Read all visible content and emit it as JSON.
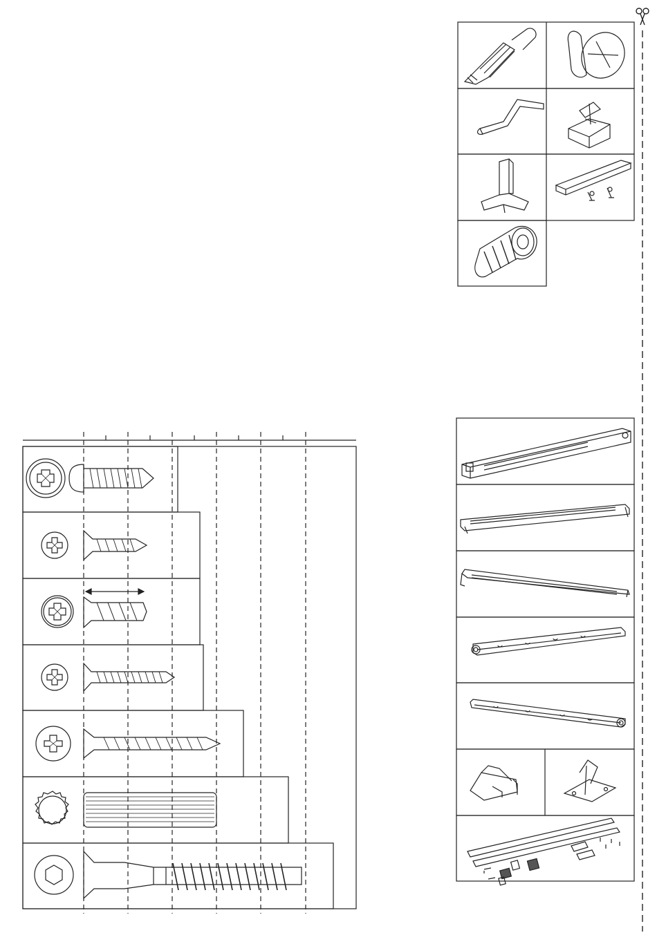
{
  "document": {
    "type": "furniture assembly hardware sheet",
    "cut_icon": "scissors-icon"
  },
  "hardware_top": [
    {
      "id": "cam-bolt",
      "icon": "cam-bolt-icon"
    },
    {
      "id": "cam-lock",
      "icon": "cam-lock-icon"
    },
    {
      "id": "allen-key",
      "icon": "allen-key-icon"
    },
    {
      "id": "corner-bracket",
      "icon": "corner-bracket-icon"
    },
    {
      "id": "tri-connector",
      "icon": "tri-connector-icon"
    },
    {
      "id": "mounting-rail-with-screws",
      "icon": "mounting-rail-icon"
    },
    {
      "id": "threaded-insert",
      "icon": "threaded-insert-icon"
    }
  ],
  "hardware_bottom": [
    {
      "id": "drawer-slide-1",
      "icon": "drawer-slide-icon"
    },
    {
      "id": "drawer-slide-2",
      "icon": "drawer-slide-icon"
    },
    {
      "id": "drawer-slide-3",
      "icon": "drawer-slide-icon"
    },
    {
      "id": "runner-rail-right",
      "icon": "runner-rail-icon"
    },
    {
      "id": "runner-rail-left",
      "icon": "runner-rail-icon"
    },
    {
      "id": "shelf-support",
      "icon": "shelf-support-icon"
    },
    {
      "id": "hinge-plate",
      "icon": "hinge-plate-icon"
    },
    {
      "id": "rod-kit",
      "icon": "rod-kit-icon"
    }
  ],
  "screw_chart": {
    "rows": [
      {
        "id": "pan-head-screw",
        "head": "phillips-pan",
        "length_units": 3
      },
      {
        "id": "countersunk-screw-short",
        "head": "phillips-flat",
        "length_units": 3
      },
      {
        "id": "euro-screw",
        "head": "phillips-flat",
        "length_units": 3,
        "measure_arrow": true
      },
      {
        "id": "countersunk-screw-medium",
        "head": "phillips-flat",
        "length_units": 4
      },
      {
        "id": "countersunk-screw-long",
        "head": "phillips-flat",
        "length_units": 5
      },
      {
        "id": "wooden-dowel",
        "head": "fluted",
        "length_units": 6
      },
      {
        "id": "confirmat-screw",
        "head": "hex-socket",
        "length_units": 10
      }
    ]
  }
}
